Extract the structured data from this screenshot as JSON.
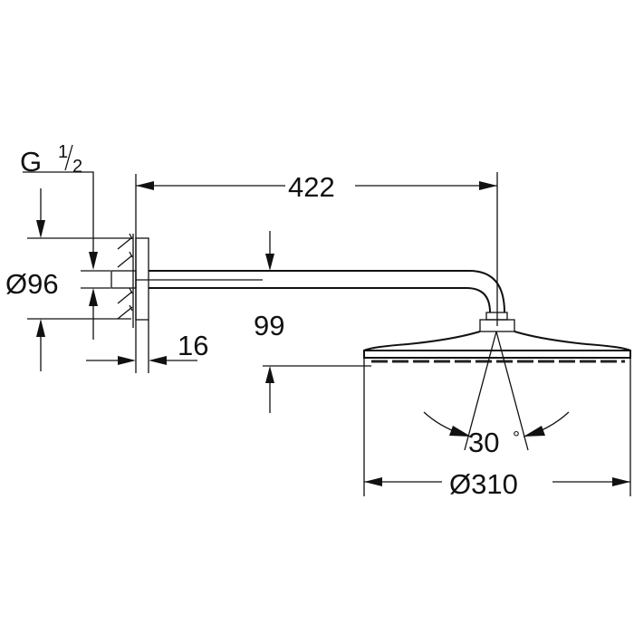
{
  "dimensions": {
    "thread": {
      "main": "G",
      "num": "1",
      "den": "2"
    },
    "plate_diameter": "Ø96",
    "arm_length": "422",
    "plate_depth": "16",
    "drop_height": "99",
    "spray_angle": "30",
    "degree_symbol": "°",
    "head_diameter": "Ø310"
  }
}
